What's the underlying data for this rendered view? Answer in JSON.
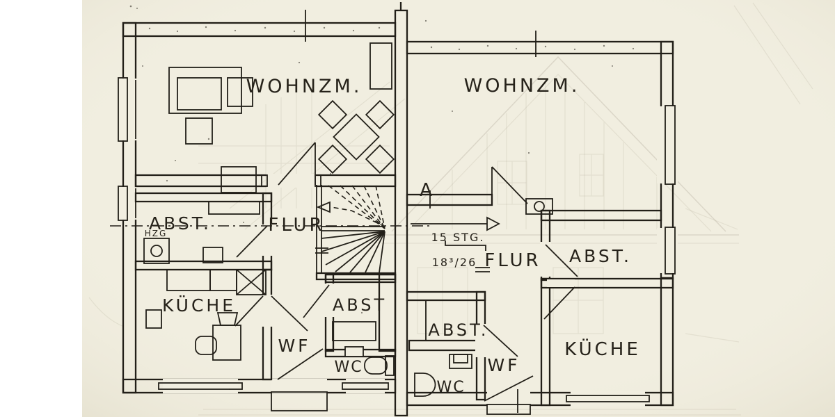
{
  "palette": {
    "paper": "#f1eee0",
    "scanner_margin": "#ffffff",
    "ink": "#221f18",
    "bleed_through": "#8d8673"
  },
  "left_unit": {
    "living_room": "WOHNZM.",
    "storage": "ABST.",
    "heater": "HZG",
    "hall": "FLUR",
    "kitchen": "KÜCHE",
    "storage_small": "ABST",
    "vestibule": "WF",
    "wc": "WC"
  },
  "right_unit": {
    "living_room": "WOHNZM.",
    "hall": "FLUR",
    "storage": "ABST.",
    "storage_small": "ABST.",
    "vestibule": "WF",
    "wc": "WC",
    "kitchen": "KÜCHE"
  },
  "annotations": {
    "section_marker": "A",
    "stair_count": "15 STG.",
    "stair_dimensions": "18³/26"
  }
}
